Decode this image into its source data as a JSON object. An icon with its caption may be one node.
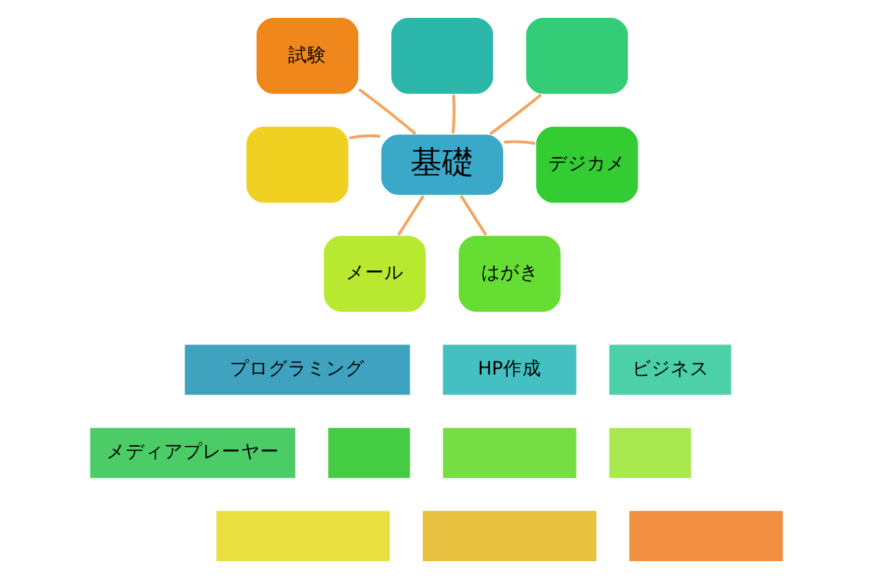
{
  "diagram": {
    "nodes": [
      {
        "text": [],
        "shape": "box"
      },
      {
        "text": [
          "試験"
        ]
      },
      {
        "text": [],
        "shape": "box"
      },
      {
        "text": [
          "基礎"
        ]
      },
      {
        "text": [],
        "shape": "box"
      },
      {
        "text": [
          "デジカメ"
        ]
      },
      {
        "text": [
          "メール"
        ]
      },
      {
        "text": [
          "はがき"
        ]
      },
      {
        "text": [
          "プログラミング"
        ]
      },
      {
        "text": [
          "HP作成"
        ]
      },
      {
        "text": [
          "ビジネス"
        ]
      },
      {
        "text": [
          "メディアプレーヤー"
        ]
      },
      {
        "text": [],
        "shape": "box"
      },
      {
        "text": [],
        "shape": "box"
      },
      {
        "text": [],
        "shape": "box"
      },
      {
        "text": [],
        "shape": "box"
      },
      {
        "text": [],
        "shape": "box"
      },
      {
        "text": [],
        "shape": "box"
      }
    ],
    "edges": [
      {
        "from": 3,
        "to": 0,
        "arrow": "none"
      },
      {
        "from": 3,
        "to": 1,
        "arrow": "none"
      },
      {
        "from": 3,
        "to": 2,
        "arrow": "none"
      },
      {
        "from": 3,
        "to": 4,
        "arrow": "none"
      },
      {
        "from": 3,
        "to": 5,
        "arrow": "none"
      },
      {
        "from": 3,
        "to": 6,
        "arrow": "none"
      },
      {
        "from": 3,
        "to": 7,
        "arrow": "none"
      }
    ]
  }
}
